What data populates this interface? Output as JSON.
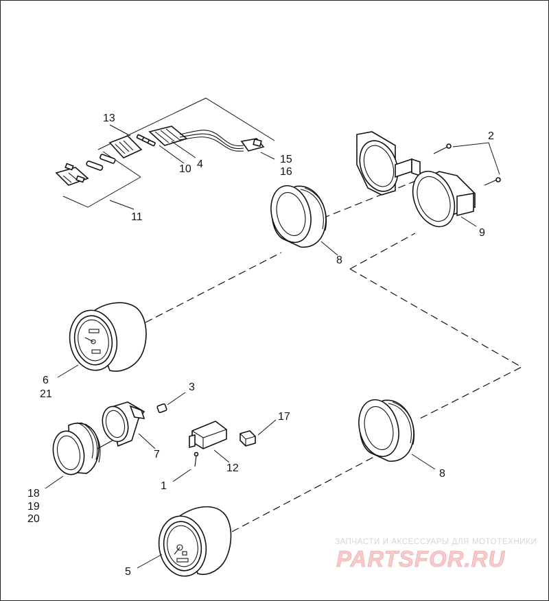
{
  "callouts": {
    "c1": "1",
    "c2": "2",
    "c3": "3",
    "c4": "4",
    "c5": "5",
    "c6": "6",
    "c7": "7",
    "c8a": "8",
    "c8b": "8",
    "c9": "9",
    "c10": "10",
    "c11": "11",
    "c12": "12",
    "c13": "13",
    "c15": "15",
    "c16": "16",
    "c17": "17",
    "c18": "18",
    "c19": "19",
    "c20": "20",
    "c21": "21"
  },
  "watermark": {
    "tagline": "ЗАПЧАСТИ И АКСЕССУАРЫ ДЛЯ МОТОТЕХНИКИ",
    "brand": "PARTSFOR.RU"
  },
  "colors": {
    "line": "#111111",
    "watermark_brand": "#f7c9c9",
    "watermark_tagline": "#d5d5d5"
  }
}
